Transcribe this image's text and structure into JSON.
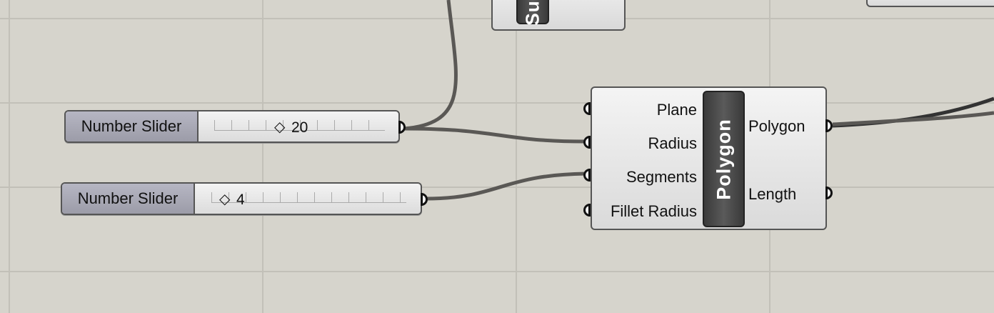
{
  "colors": {
    "canvas": "#d6d4cc",
    "grid": "#c2c0b8",
    "wire": "#5a5855",
    "wire_active": "#333333",
    "slider_label_bg": "#a9a9b6",
    "component_bar": "#444444"
  },
  "sliders": [
    {
      "label": "Number Slider",
      "value": "20",
      "handle_glyph": "◇"
    },
    {
      "label": "Number Slider",
      "value": "4",
      "handle_glyph": "◇"
    }
  ],
  "polygon_component": {
    "name": "Polygon",
    "inputs": [
      "Plane",
      "Radius",
      "Segments",
      "Fillet Radius"
    ],
    "outputs": [
      "Polygon",
      "Length"
    ]
  },
  "top_component": {
    "name_fragment": "Su"
  }
}
